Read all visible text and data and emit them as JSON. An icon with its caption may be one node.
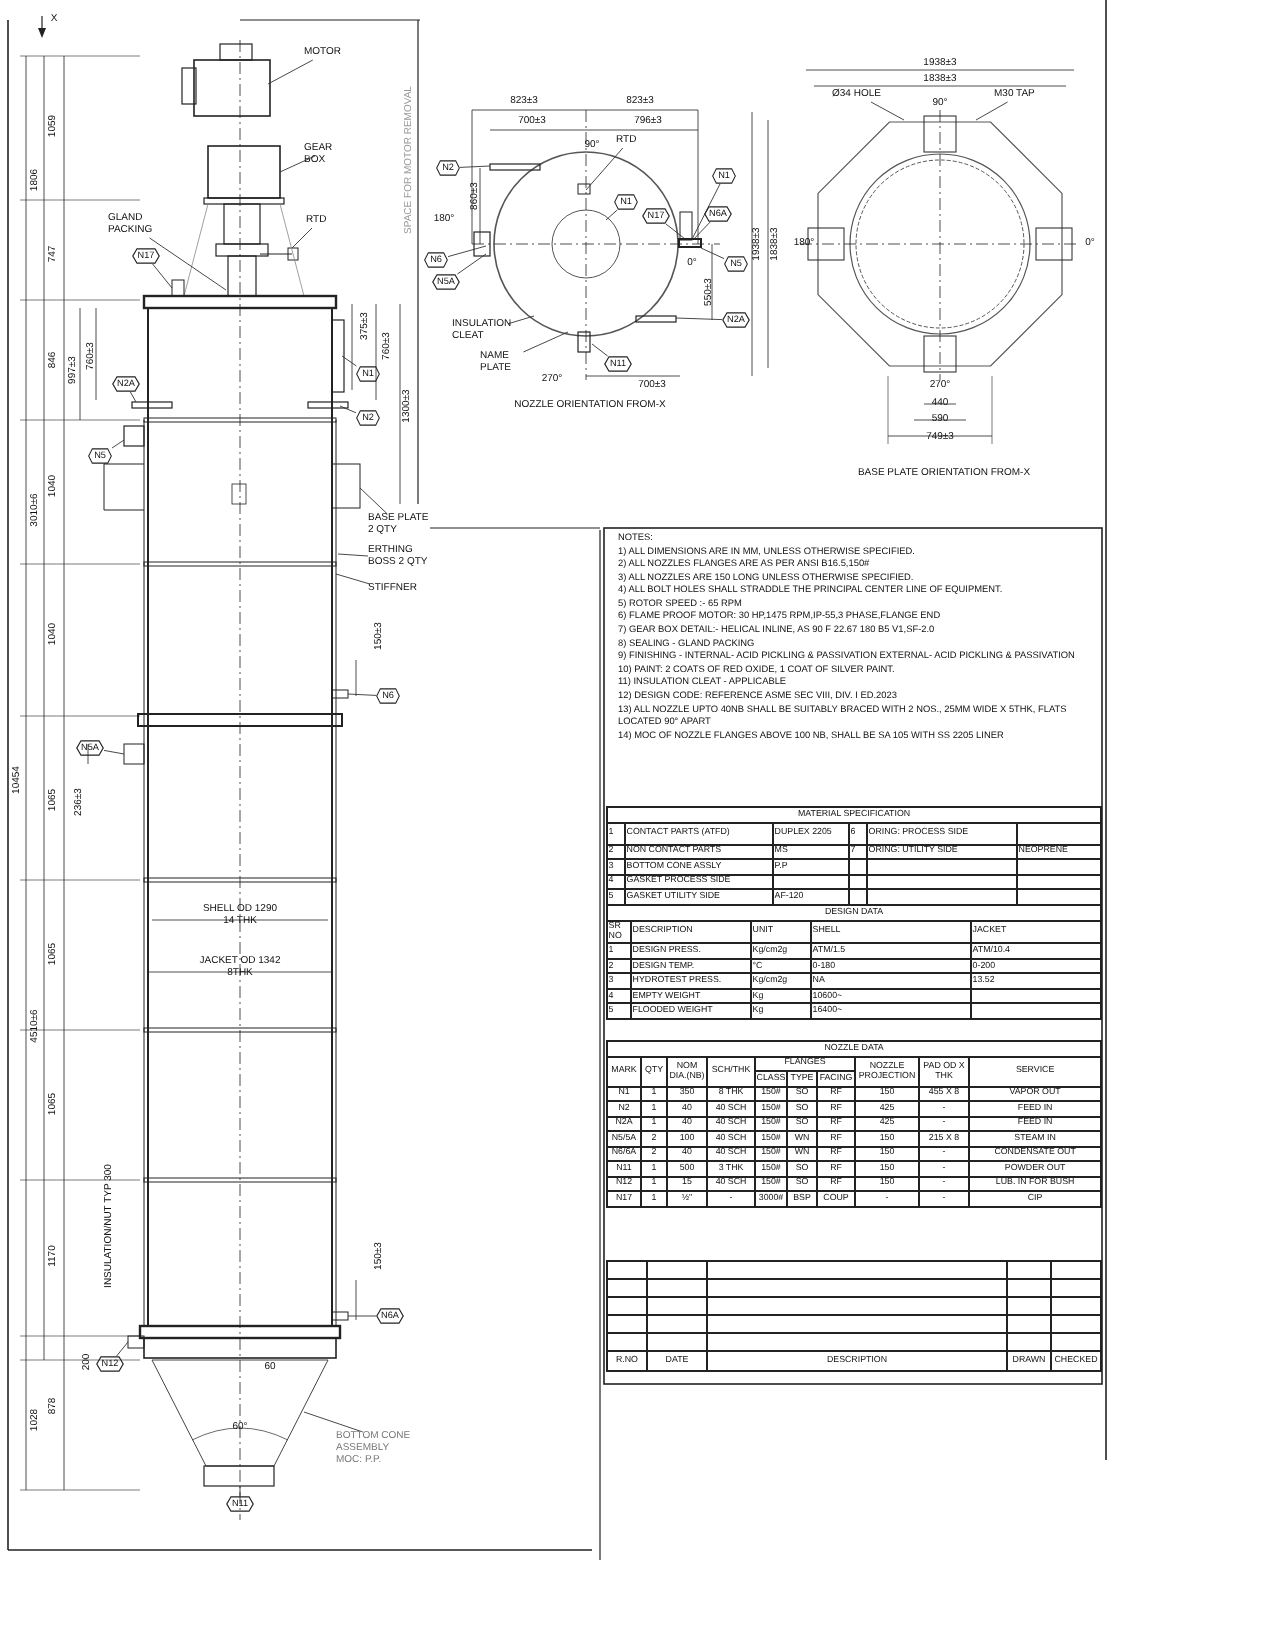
{
  "diagram": {
    "nodes": [
      {
        "text": [
          "MOTOR"
        ]
      },
      {
        "text": [
          "GEAR BOX"
        ]
      },
      {
        "text": [
          "GLAND PACKING"
        ]
      },
      {
        "text": [
          "RTD"
        ]
      },
      {
        "text": [
          "N17"
        ]
      },
      {
        "text": [
          "N2A"
        ]
      },
      {
        "text": [
          "N1"
        ]
      },
      {
        "text": [
          "N2"
        ]
      },
      {
        "text": [
          "N5"
        ]
      },
      {
        "text": [
          "BASE PLATE 2 QTY"
        ]
      },
      {
        "text": [
          "ERTHING BOSS 2 QTY"
        ]
      },
      {
        "text": [
          "STIFFNER"
        ]
      },
      {
        "text": [
          "N6"
        ]
      },
      {
        "text": [
          "N5A"
        ]
      },
      {
        "text": [
          "N6A"
        ]
      },
      {
        "text": [
          "N12"
        ]
      },
      {
        "text": [
          "BOTTOM CONE ASSEMBLY",
          "MOC: P.P."
        ]
      },
      {
        "text": [
          "N11"
        ]
      },
      {
        "text": [
          "N2"
        ]
      },
      {
        "text": [
          "RTD"
        ]
      },
      {
        "text": [
          "N1"
        ]
      },
      {
        "text": [
          "N17"
        ]
      },
      {
        "text": [
          "N1"
        ]
      },
      {
        "text": [
          "N6A"
        ]
      },
      {
        "text": [
          "N5"
        ]
      },
      {
        "text": [
          "N6"
        ]
      },
      {
        "text": [
          "N5A"
        ]
      },
      {
        "text": [
          "INSULATION CLEAT"
        ]
      },
      {
        "text": [
          "N2A"
        ]
      },
      {
        "text": [
          "NAME PLATE"
        ]
      },
      {
        "text": [
          "N11"
        ]
      },
      {
        "text": [
          "Ø34 HOLE"
        ]
      },
      {
        "text": [
          "M30 TAP"
        ]
      },
      {
        "text": [],
        "shape": "box"
      }
    ],
    "edges": [
      {
        "from": 0,
        "to": null,
        "arrow": "none"
      },
      {
        "from": 1,
        "to": null,
        "arrow": "none"
      },
      {
        "from": 2,
        "to": null,
        "arrow": "none"
      },
      {
        "from": 3,
        "to": null,
        "arrow": "none"
      },
      {
        "from": 4,
        "to": null,
        "arrow": "none"
      },
      {
        "from": 5,
        "to": null,
        "arrow": "none"
      },
      {
        "from": 6,
        "to": null,
        "arrow": "none"
      },
      {
        "from": 7,
        "to": null,
        "arrow": "none"
      },
      {
        "from": 8,
        "to": null,
        "arrow": "none"
      },
      {
        "from": 9,
        "to": null,
        "arrow": "none"
      },
      {
        "from": 10,
        "to": null,
        "arrow": "none"
      },
      {
        "from": 11,
        "to": null,
        "arrow": "none"
      },
      {
        "from": 12,
        "to": null,
        "arrow": "none"
      },
      {
        "from": 13,
        "to": null,
        "arrow": "none"
      },
      {
        "from": 14,
        "to": null,
        "arrow": "none"
      },
      {
        "from": 15,
        "to": null,
        "arrow": "none"
      },
      {
        "from": 16,
        "to": null,
        "arrow": "none"
      },
      {
        "from": 17,
        "to": null,
        "arrow": "none"
      },
      {
        "from": 18,
        "to": null,
        "arrow": "none"
      },
      {
        "from": 19,
        "to": null,
        "arrow": "none"
      },
      {
        "from": 20,
        "to": null,
        "arrow": "none"
      },
      {
        "from": 21,
        "to": 33,
        "arrow": "none"
      },
      {
        "from": 22,
        "to": 33,
        "arrow": "none"
      },
      {
        "from": 23,
        "to": 33,
        "arrow": "none"
      },
      {
        "from": 24,
        "to": 33,
        "arrow": "none"
      },
      {
        "from": 25,
        "to": null,
        "arrow": "none"
      },
      {
        "from": 26,
        "to": null,
        "arrow": "none"
      },
      {
        "from": 27,
        "to": null,
        "arrow": "none"
      },
      {
        "from": 28,
        "to": null,
        "arrow": "none"
      },
      {
        "from": 29,
        "to": null,
        "arrow": "none"
      },
      {
        "from": 30,
        "to": null,
        "arrow": "none"
      },
      {
        "from": 31,
        "to": null,
        "arrow": "none"
      },
      {
        "from": 32,
        "to": null,
        "arrow": "none"
      }
    ],
    "labels": [
      "X",
      "SPACE FOR MOTOR REMOVAL",
      "1806",
      "1059",
      "747",
      "846",
      "997±3",
      "760±3",
      "1040",
      "3010±6",
      "1040",
      "10454",
      "1065",
      "236±3",
      "375±3",
      "760±3",
      "1300±3",
      "150±3",
      "SHELL OD 1290 14 THK",
      "JACKET OD 1342 8THK",
      "1065",
      "4510±6",
      "1065",
      "INSULATION/NUT TYP 300",
      "1170",
      "150±3",
      "60",
      "200",
      "878",
      "1028",
      "60°",
      "823±3",
      "823±3",
      "700±3",
      "796±3",
      "90°",
      "860±3",
      "180°",
      "0°",
      "550±3",
      "270°",
      "700±3",
      "NOZZLE ORIENTATION FROM-X",
      "1938±3",
      "1838±3",
      "90°",
      "180°",
      "0°",
      "1938±3",
      "1838±3",
      "270°",
      "440",
      "590",
      "749±3",
      "BASE PLATE ORIENTATION FROM-X",
      "NOTES:",
      "1) ALL DIMENSIONS ARE IN MM, UNLESS OTHERWISE SPECIFIED.",
      "2) ALL NOZZLES FLANGES ARE AS PER ANSI B16.5,150#",
      "3) ALL NOZZLES ARE 150 LONG UNLESS OTHERWISE SPECIFIED.",
      "4) ALL BOLT HOLES SHALL STRADDLE THE PRINCIPAL CENTER LINE OF EQUIPMENT.",
      "5) ROTOR SPEED :- 65 RPM",
      "6) FLAME PROOF MOTOR: 30 HP,1475 RPM,IP-55,3 PHASE,FLANGE END",
      "7) GEAR BOX DETAIL:- HELICAL INLINE, AS 90 F 22.67 180 B5 V1,SF-2.0",
      "8) SEALING - GLAND PACKING",
      "9) FINISHING - INTERNAL- ACID PICKLING & PASSIVATION EXTERNAL- ACID PICKLING & PASSIVATION",
      "10) PAINT: 2 COATS OF RED OXIDE, 1 COAT OF SILVER PAINT.",
      "11) INSULATION CLEAT - APPLICABLE",
      "12) DESIGN CODE: REFERENCE ASME SEC VIII, DIV. I ED.2023",
      "13) ALL NOZZLE UPTO 40NB SHALL BE SUITABLY BRACED WITH 2 NOS., 25MM WIDE X 5THK, FLATS LOCATED 90° APART",
      "14) MOC OF NOZZLE FLANGES ABOVE 100 NB, SHALL BE SA 105 WITH SS 2205 LINER",
      "MATERIAL SPECIFICATION",
      "1",
      "CONTACT PARTS (ATFD)",
      "DUPLEX 2205",
      "6",
      "ORING: PROCESS SIDE",
      "2",
      "NON CONTACT PARTS",
      "MS",
      "7",
      "ORING: UTILITY SIDE",
      "NEOPRENE",
      "3",
      "BOTTOM CONE ASSLY",
      "P.P",
      "4",
      "GASKET PROCESS SIDE",
      "5",
      "GASKET UTILITY SIDE",
      "AF-120",
      "DESIGN DATA",
      "SR NO",
      "DESCRIPTION",
      "UNIT",
      "SHELL",
      "JACKET",
      "1",
      "DESIGN PRESS.",
      "Kg/cm2g",
      "ATM/1.5",
      "ATM/10.4",
      "2",
      "DESIGN TEMP.",
      "°C",
      "0-180",
      "0-200",
      "3",
      "HYDROTEST PRESS.",
      "Kg/cm2g",
      "NA",
      "13.52",
      "4",
      "EMPTY WEIGHT",
      "Kg",
      "10600~",
      "5",
      "FLOODED WEIGHT",
      "Kg",
      "16400~",
      "NOZZLE DATA",
      "MARK",
      "QTY",
      "NOM DIA.(NB)",
      "SCH/THK",
      "FLANGES",
      "NOZZLE PROJECTION",
      "PAD OD X THK",
      "SERVICE",
      "CLASS",
      "TYPE",
      "FACING",
      "N1",
      "1",
      "350",
      "8 THK",
      "150#",
      "SO",
      "RF",
      "150",
      "455 X 8",
      "VAPOR OUT",
      "N2",
      "1",
      "40",
      "40 SCH",
      "150#",
      "SO",
      "RF",
      "425",
      "-",
      "FEED IN",
      "N2A",
      "1",
      "40",
      "40 SCH",
      "150#",
      "SO",
      "RF",
      "425",
      "-",
      "FEED IN",
      "N5/5A",
      "2",
      "100",
      "40 SCH",
      "150#",
      "WN",
      "RF",
      "150",
      "215 X 8",
      "STEAM IN",
      "N6/6A",
      "2",
      "40",
      "40 SCH",
      "150#",
      "WN",
      "RF",
      "150",
      "-",
      "CONDENSATE OUT",
      "N11",
      "1",
      "500",
      "3 THK",
      "150#",
      "SO",
      "RF",
      "150",
      "-",
      "POWDER OUT",
      "N12",
      "1",
      "15",
      "40 SCH",
      "150#",
      "SO",
      "RF",
      "150",
      "-",
      "LUB. IN FOR BUSH",
      "N17",
      "1",
      "½\"",
      "-",
      "3000#",
      "BSP",
      "COUP",
      "-",
      "-",
      "CIP",
      "R.NO",
      "DATE",
      "DESCRIPTION",
      "DRAWN",
      "CHECKED"
    ]
  }
}
